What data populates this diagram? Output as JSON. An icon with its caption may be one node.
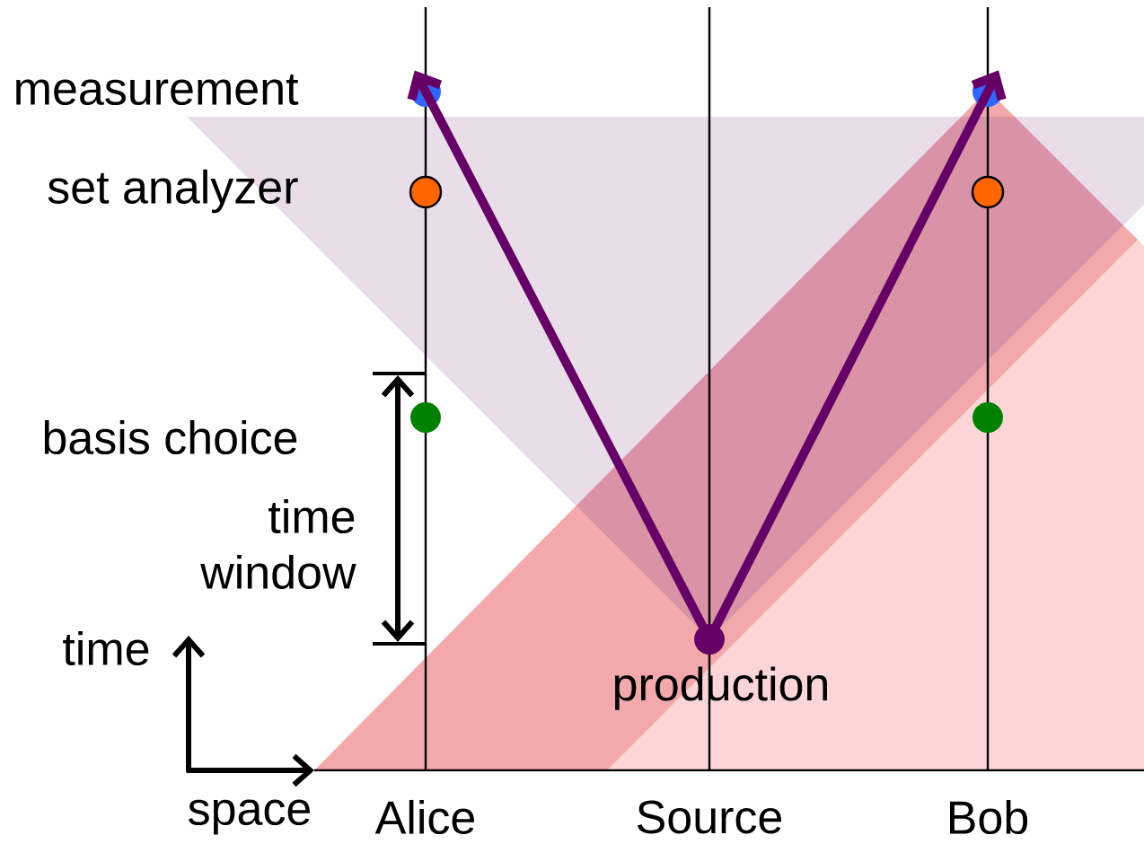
{
  "diagram": {
    "nodes": [
      {
        "text": [],
        "shape": "circle"
      },
      {
        "text": [],
        "shape": "circle"
      },
      {
        "text": [],
        "shape": "circle"
      },
      {
        "text": [],
        "shape": "circle"
      },
      {
        "text": [],
        "shape": "circle"
      },
      {
        "text": [],
        "shape": "circle"
      },
      {
        "text": [],
        "shape": "circle",
        "beside": [
          "production"
        ]
      }
    ],
    "edges": [
      {
        "from": 6,
        "to": 0,
        "arrow": "to"
      },
      {
        "from": 6,
        "to": 1,
        "arrow": "to"
      }
    ],
    "labels": [
      "measurement",
      "set analyzer",
      "basis choice",
      "time window",
      "time",
      "space",
      "Alice",
      "Source",
      "Bob"
    ]
  }
}
